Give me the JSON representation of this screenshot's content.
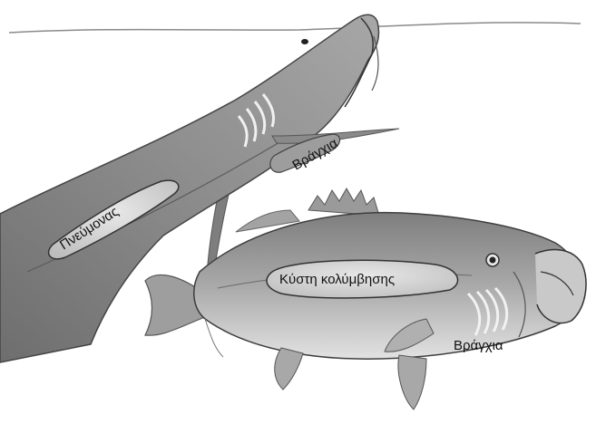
{
  "labels": {
    "lungfish_lung": "Πνεύμονας",
    "lungfish_gills": "Βράγχια",
    "bass_swim_bladder": "Κύστη κολύμβησης",
    "bass_gills": "Βράγχια"
  },
  "colors": {
    "background": "#ffffff",
    "water_line": "#8a8a8a",
    "lungfish_body": "#8f8f8f",
    "lungfish_shade": "#6f6f6f",
    "bass_body": "#b5b5b5",
    "bass_shade": "#8e8e8e",
    "organ_fill": "#d9d9d9",
    "outline": "#3a3a3a"
  }
}
